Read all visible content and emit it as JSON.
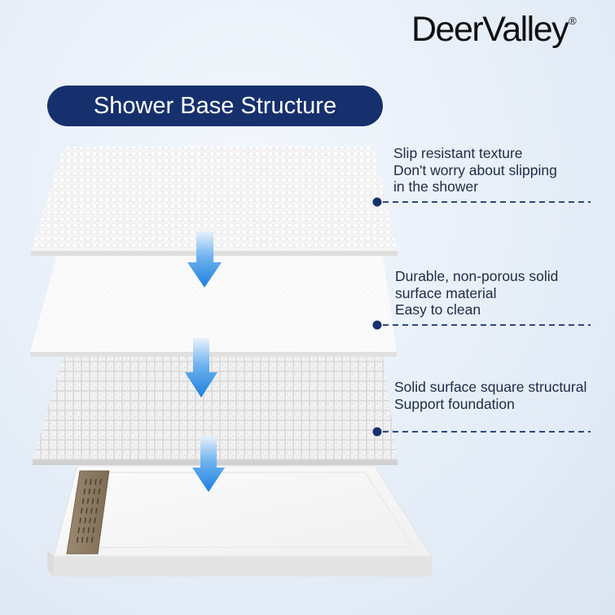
{
  "brand": {
    "name": "DeerValley",
    "reg_mark": "®"
  },
  "title": "Shower Base Structure",
  "callouts": [
    {
      "lines": [
        "Slip resistant texture",
        "Don't worry about slipping",
        "in the shower"
      ]
    },
    {
      "lines": [
        "Durable, non-porous solid",
        "surface material",
        "Easy to clean"
      ]
    },
    {
      "lines": [
        "Solid surface square structural",
        "Support foundation"
      ]
    }
  ],
  "colors": {
    "navy": "#16306e",
    "arrow_blue": "#1f86e0",
    "drain_bronze": "#8c7a62",
    "background": "#e6eef8"
  },
  "icons": [
    "down-arrow-icon",
    "dot-marker-icon"
  ]
}
